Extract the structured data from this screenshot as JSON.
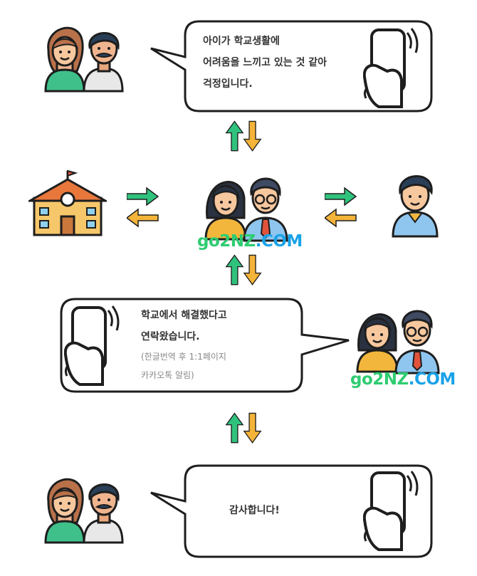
{
  "bubble_top": {
    "line1": "아이가 학교생활에",
    "line2": "어려움을 느끼고 있는 것 같아",
    "line3": "걱정입니다."
  },
  "bubble_middle": {
    "line1": "학교에서  해결했다고",
    "line2": "연락왔습니다.",
    "note1": "(한글번역 후 1:1페이지",
    "note2": "카카오톡 알림)"
  },
  "bubble_bottom": {
    "line1": "감사합니다!"
  },
  "logo": {
    "part1": "go2NZ",
    "part2": ".COM"
  },
  "colors": {
    "arrow_green": "#2fc27d",
    "arrow_orange": "#f4b43a",
    "outline": "#1e1e1e"
  },
  "icons": [
    "parents-icon",
    "phone-hand-icon",
    "school-icon",
    "agents-icon",
    "student-icon",
    "arrow-icon"
  ]
}
